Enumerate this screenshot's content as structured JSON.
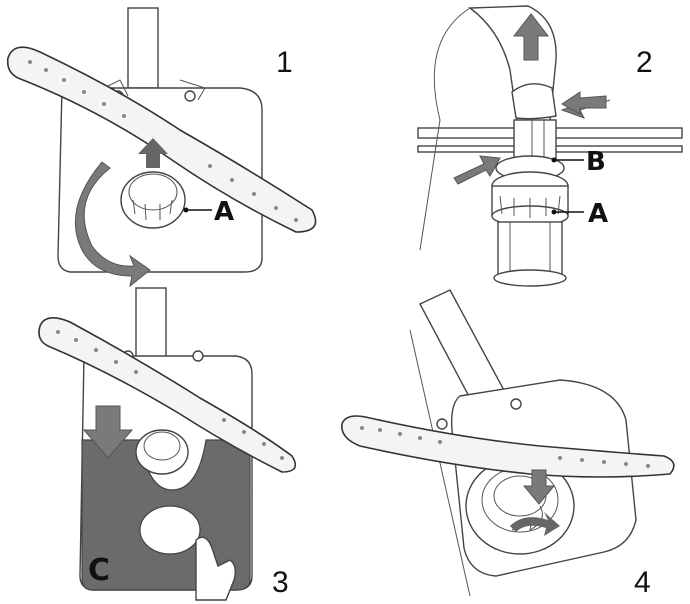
{
  "steps": [
    {
      "number": "1",
      "callouts": [
        "A"
      ]
    },
    {
      "number": "2",
      "callouts": [
        "B",
        "A"
      ]
    },
    {
      "number": "3",
      "callouts": [
        "C"
      ]
    },
    {
      "number": "4",
      "callouts": []
    }
  ],
  "colors": {
    "arrow": "#7a7a7a",
    "plate": "#6b6b6b",
    "outline": "#444444"
  },
  "icons": [
    "rotate-arrow-icon",
    "up-arrow-icon",
    "push-arrow-icon",
    "down-arrow-icon",
    "hand-icon"
  ]
}
